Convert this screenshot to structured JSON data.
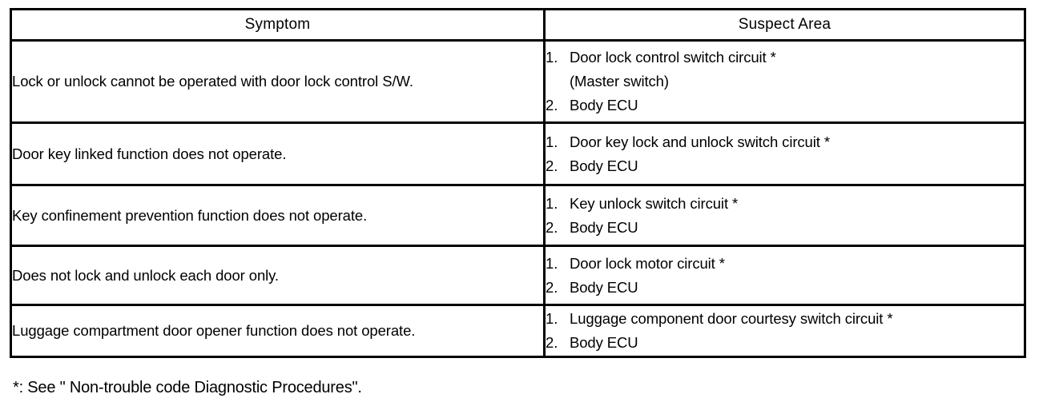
{
  "table": {
    "columns": [
      "Symptom",
      "Suspect Area"
    ],
    "rows": [
      {
        "symptom": "Lock or unlock cannot be operated with door lock control S/W.",
        "suspect_area": [
          {
            "number": "1.",
            "text": "Door lock control switch circuit  *"
          },
          {
            "number": "",
            "text": "(Master switch)"
          },
          {
            "number": "2.",
            "text": "Body ECU"
          }
        ]
      },
      {
        "symptom": "Door key linked function does not operate.",
        "suspect_area": [
          {
            "number": "1.",
            "text": "Door key lock and unlock switch circuit  *"
          },
          {
            "number": "2.",
            "text": "Body ECU"
          }
        ]
      },
      {
        "symptom": "Key confinement prevention function does not operate.",
        "suspect_area": [
          {
            "number": "1.",
            "text": "Key unlock switch circuit  *"
          },
          {
            "number": "2.",
            "text": "Body ECU"
          }
        ]
      },
      {
        "symptom": "Does not lock and unlock each door only.",
        "suspect_area": [
          {
            "number": "1.",
            "text": "Door lock motor circuit  *"
          },
          {
            "number": "2.",
            "text": "Body ECU"
          }
        ]
      },
      {
        "symptom": "Luggage compartment door opener function does not operate.",
        "suspect_area": [
          {
            "number": "1.",
            "text": "Luggage component door courtesy switch circuit  *"
          },
          {
            "number": "2.",
            "text": "Body ECU"
          }
        ]
      }
    ]
  },
  "footnote": "*: See \" Non-trouble code Diagnostic Procedures\".",
  "colors": {
    "background": "#ffffff",
    "text": "#000000",
    "border": "#000000"
  }
}
